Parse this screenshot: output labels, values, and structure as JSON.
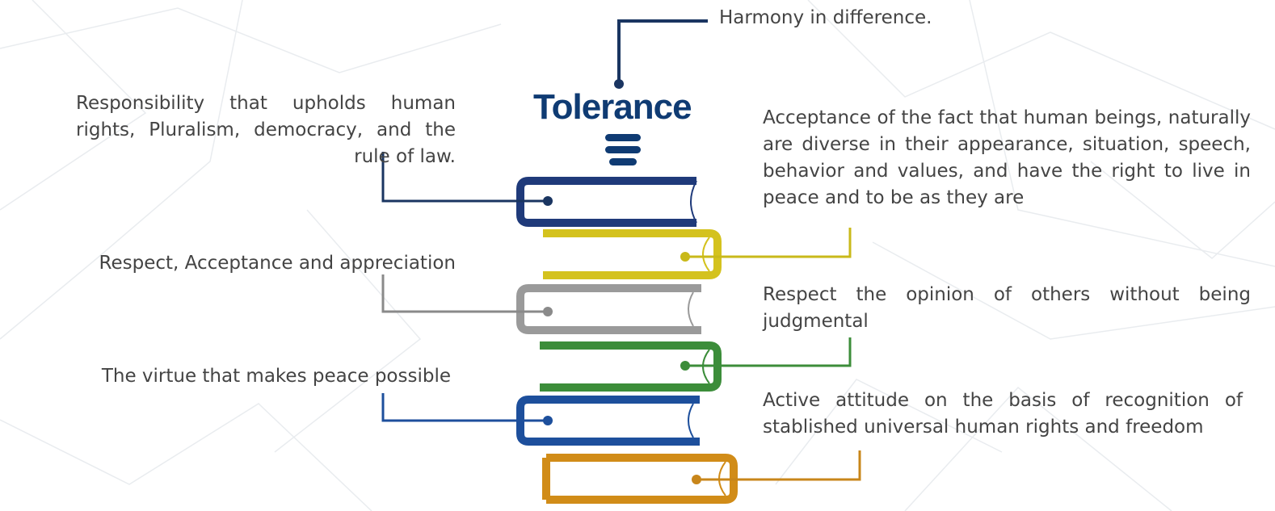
{
  "title": {
    "text": "Tolerance",
    "color": "#0f3b73"
  },
  "top_note": "Harmony in difference.",
  "left_labels": [
    {
      "id": "responsibility",
      "text": "Responsibility that upholds human rights, Pluralism, democracy, and the rule of law."
    },
    {
      "id": "respect-acceptance",
      "text": "Respect, Acceptance and appreciation"
    },
    {
      "id": "virtue-peace",
      "text": "The virtue that makes peace possible"
    }
  ],
  "right_labels": [
    {
      "id": "acceptance-diversity",
      "text": "Acceptance of  the fact that human beings, naturally are diverse in their appearance, situation, speech, behavior and values, and have the right to live in peace and to be as they are"
    },
    {
      "id": "respect-opinion",
      "text": "Respect the opinion of others without being judgmental"
    },
    {
      "id": "active-attitude",
      "text": "Active attitude on the basis of recognition of stablished universal human rights and freedom"
    }
  ],
  "colors": {
    "navy": "#1f3a7a",
    "yellow": "#d4c21e",
    "gray": "#9a9a9a",
    "green": "#3c8d3a",
    "blue": "#1d4f9c",
    "gold": "#d18c18",
    "connector": "#1a3561",
    "text": "#444444"
  },
  "stack_order": [
    "navy",
    "yellow",
    "gray",
    "green",
    "blue",
    "gold"
  ]
}
